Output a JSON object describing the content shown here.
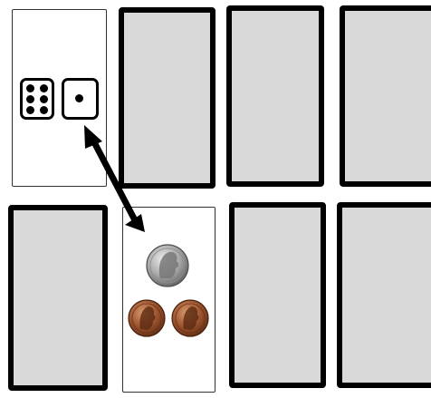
{
  "board": {
    "card_back_color": "#d9d9d9",
    "card_border_color": "#000000",
    "revealed_cards": [
      {
        "id": "card-1",
        "content": "dice",
        "dice_values": [
          6,
          1
        ]
      },
      {
        "id": "card-6",
        "content": "coins",
        "coins": [
          "nickel",
          "penny",
          "penny"
        ],
        "total_cents": 7
      }
    ],
    "face_down_count": 6,
    "match_arrow": {
      "from": "card-1",
      "to": "card-6",
      "type": "double-headed"
    }
  }
}
